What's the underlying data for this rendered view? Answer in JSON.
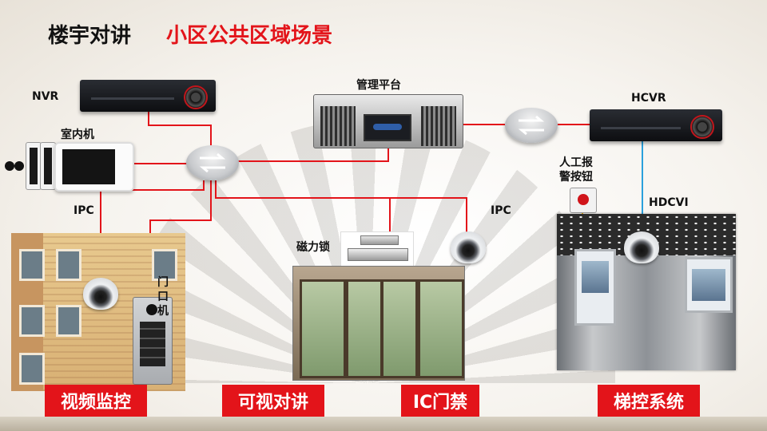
{
  "title": {
    "prefix": "楼宇对讲",
    "main": "小区公共区域场景"
  },
  "devices": {
    "nvr": "NVR",
    "management_platform": "管理平台",
    "hcvr": "HCVR",
    "indoor_unit": "室内机",
    "ipc_left": "IPC",
    "ipc_right": "IPC",
    "mag_lock": "磁力锁",
    "door_station": "门口机",
    "alarm_button": "人工报警按钮",
    "hdcvi": "HDCVI"
  },
  "captions": [
    "视频监控",
    "可视对讲",
    "IC门禁",
    "梯控系统"
  ],
  "colors": {
    "title_red": "#e3141a",
    "caption_bg": "#e3141a",
    "net_line": "#e3141a",
    "hdcvi_line": "#2aa0dc",
    "alarm_line": "#f2b316"
  }
}
